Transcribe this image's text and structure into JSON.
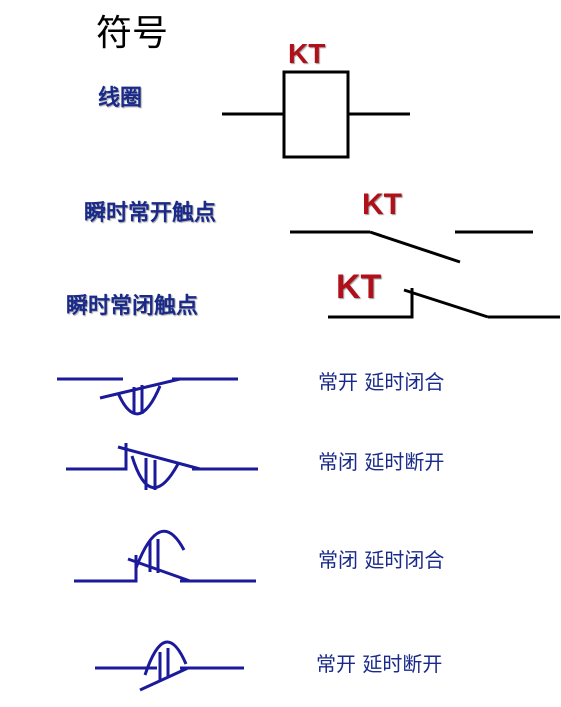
{
  "title": "符号",
  "coil": {
    "label": "线圈",
    "kt": "KT"
  },
  "no_contact": {
    "label": "瞬时常开触点",
    "kt": "KT"
  },
  "nc_contact": {
    "label": "瞬时常闭触点",
    "kt": "KT"
  },
  "timed": [
    {
      "caption": "常开 延时闭合"
    },
    {
      "caption": "常闭 延时断开"
    },
    {
      "caption": "常闭 延时闭合"
    },
    {
      "caption": "常开 延时断开"
    }
  ],
  "colors": {
    "black_line": "#000000",
    "blue_line": "#1a1a9a",
    "label_blue": "#1a2a8a",
    "kt_red": "#b0101a"
  }
}
